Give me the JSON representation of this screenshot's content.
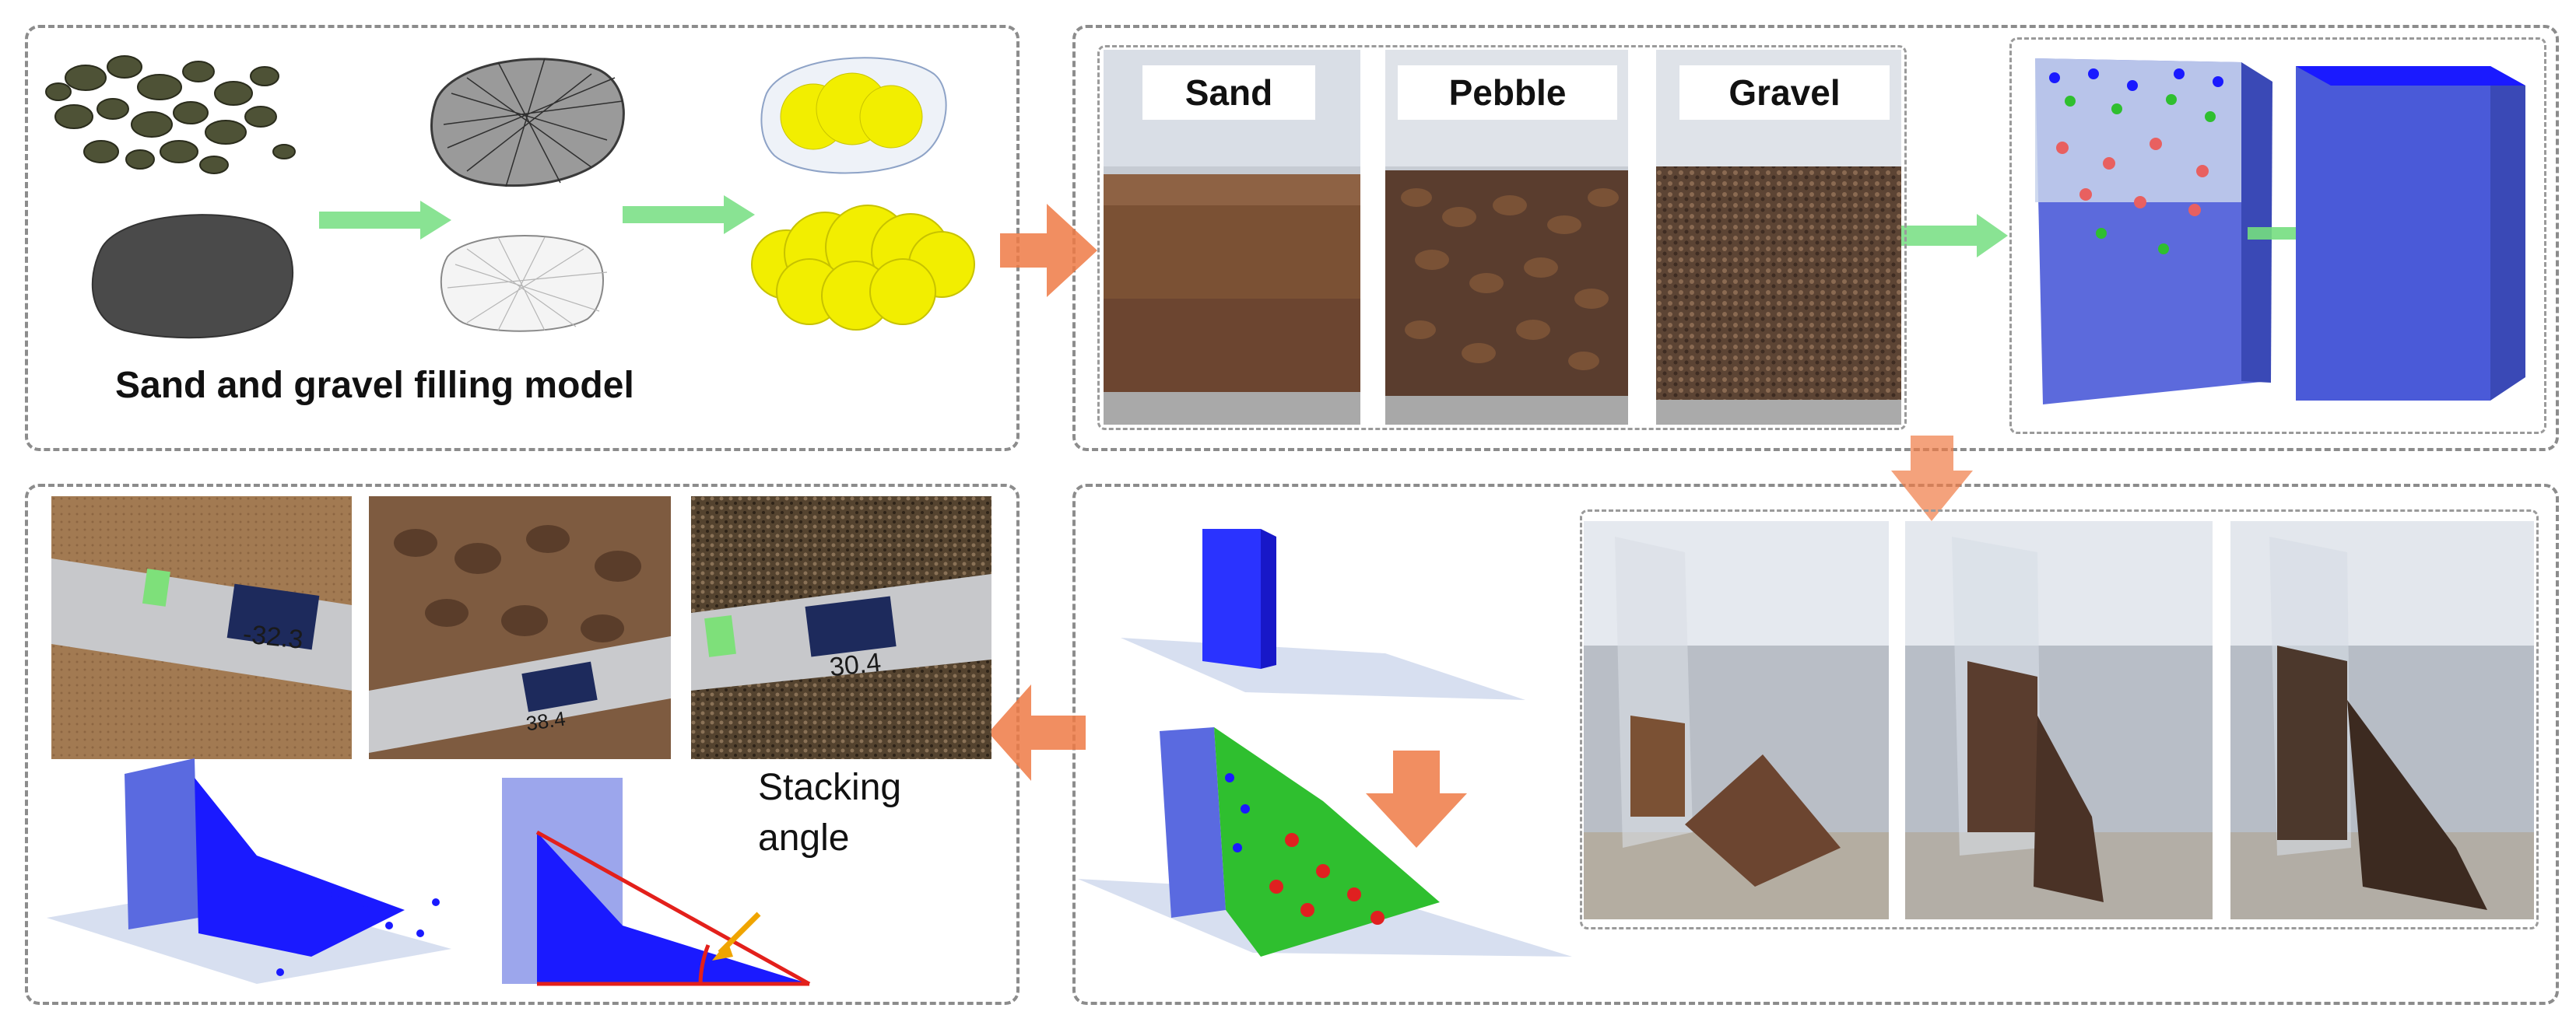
{
  "top_left": {
    "caption": "Sand and gravel filling model"
  },
  "experiments": {
    "labels": [
      "Sand",
      "Pebble",
      "Gravel"
    ]
  },
  "bottom_left": {
    "annotation_line1": "Stacking",
    "annotation_line2": "angle"
  },
  "level_readings": [
    "-32.3",
    "38.4",
    "30.4"
  ],
  "colors": {
    "arrow_orange": "#ef7a45",
    "arrow_green": "#5fd86a",
    "particle_blue": "#1a1aff",
    "particle_green": "#2fbf2f",
    "particle_red": "#e02020",
    "ellipsoid_yellow": "#f2ee00",
    "angle_line_red": "#e3201b"
  }
}
